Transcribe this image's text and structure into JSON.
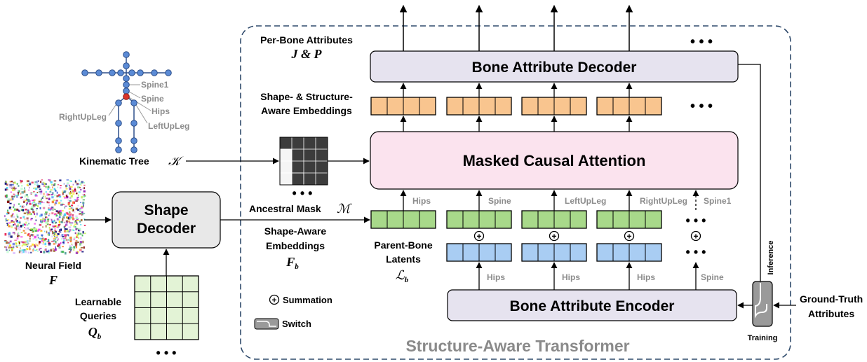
{
  "labels": {
    "per_bone_attributes": "Per-Bone Attributes",
    "per_bone_symbol": "J & P",
    "bone_attribute_decoder": "Bone Attribute Decoder",
    "shape_structure_line1": "Shape- & Structure-",
    "shape_structure_line2": "Aware Embeddings",
    "masked_causal_attention": "Masked Causal Attention",
    "kinematic_tree": "Kinematic Tree",
    "kinematic_symbol": "𝒦",
    "ancestral_mask": "Ancestral Mask",
    "ancestral_symbol": "ℳ",
    "shape_decoder_line1": "Shape",
    "shape_decoder_line2": "Decoder",
    "neural_field": "Neural Field",
    "neural_field_symbol": "F",
    "learnable_queries_line1": "Learnable",
    "learnable_queries_line2": "Queries",
    "learnable_queries_symbol": "Q",
    "learnable_queries_sub": "b",
    "shape_aware_line1": "Shape-Aware",
    "shape_aware_line2": "Embeddings",
    "shape_aware_symbol": "F",
    "shape_aware_sub": "b",
    "parent_bone_line1": "Parent-Bone",
    "parent_bone_line2": "Latents",
    "parent_bone_symbol": "ℒ",
    "parent_bone_sub": "b",
    "summation": "Summation",
    "switch": "Switch",
    "bone_attribute_encoder": "Bone Attribute Encoder",
    "ground_truth_line1": "Ground-Truth",
    "ground_truth_line2": "Attributes",
    "inference": "Inference",
    "training": "Training",
    "structure_aware_transformer": "Structure-Aware Transformer",
    "ellipsis": "• • •",
    "plus": "+"
  },
  "skeleton_labels": {
    "spine1": "Spine1",
    "spine": "Spine",
    "hips": "Hips",
    "right_up_leg": "RightUpLeg",
    "left_up_leg": "LeftUpLeg"
  },
  "token_labels_top": [
    "Hips",
    "Spine",
    "LeftUpLeg",
    "RightUpLeg",
    "Spine1"
  ],
  "token_labels_bottom": [
    "Hips",
    "Hips",
    "Hips",
    "Spine"
  ],
  "colors": {
    "decoder_fill": "#e6e3ef",
    "attention_fill": "#fbe3ee",
    "orange": "#f9c58f",
    "green": "#a8d98a",
    "blue": "#a9cdf3",
    "grid_green": "#e3f3d6",
    "shape_decoder_fill": "#e8e8e8",
    "dashed_frame": "#2f4a6b",
    "joint_blue": "#5b8bd6",
    "joint_red": "#d9342b",
    "gray_text": "#8c8c8c",
    "title_gray": "#8a8a8a"
  }
}
